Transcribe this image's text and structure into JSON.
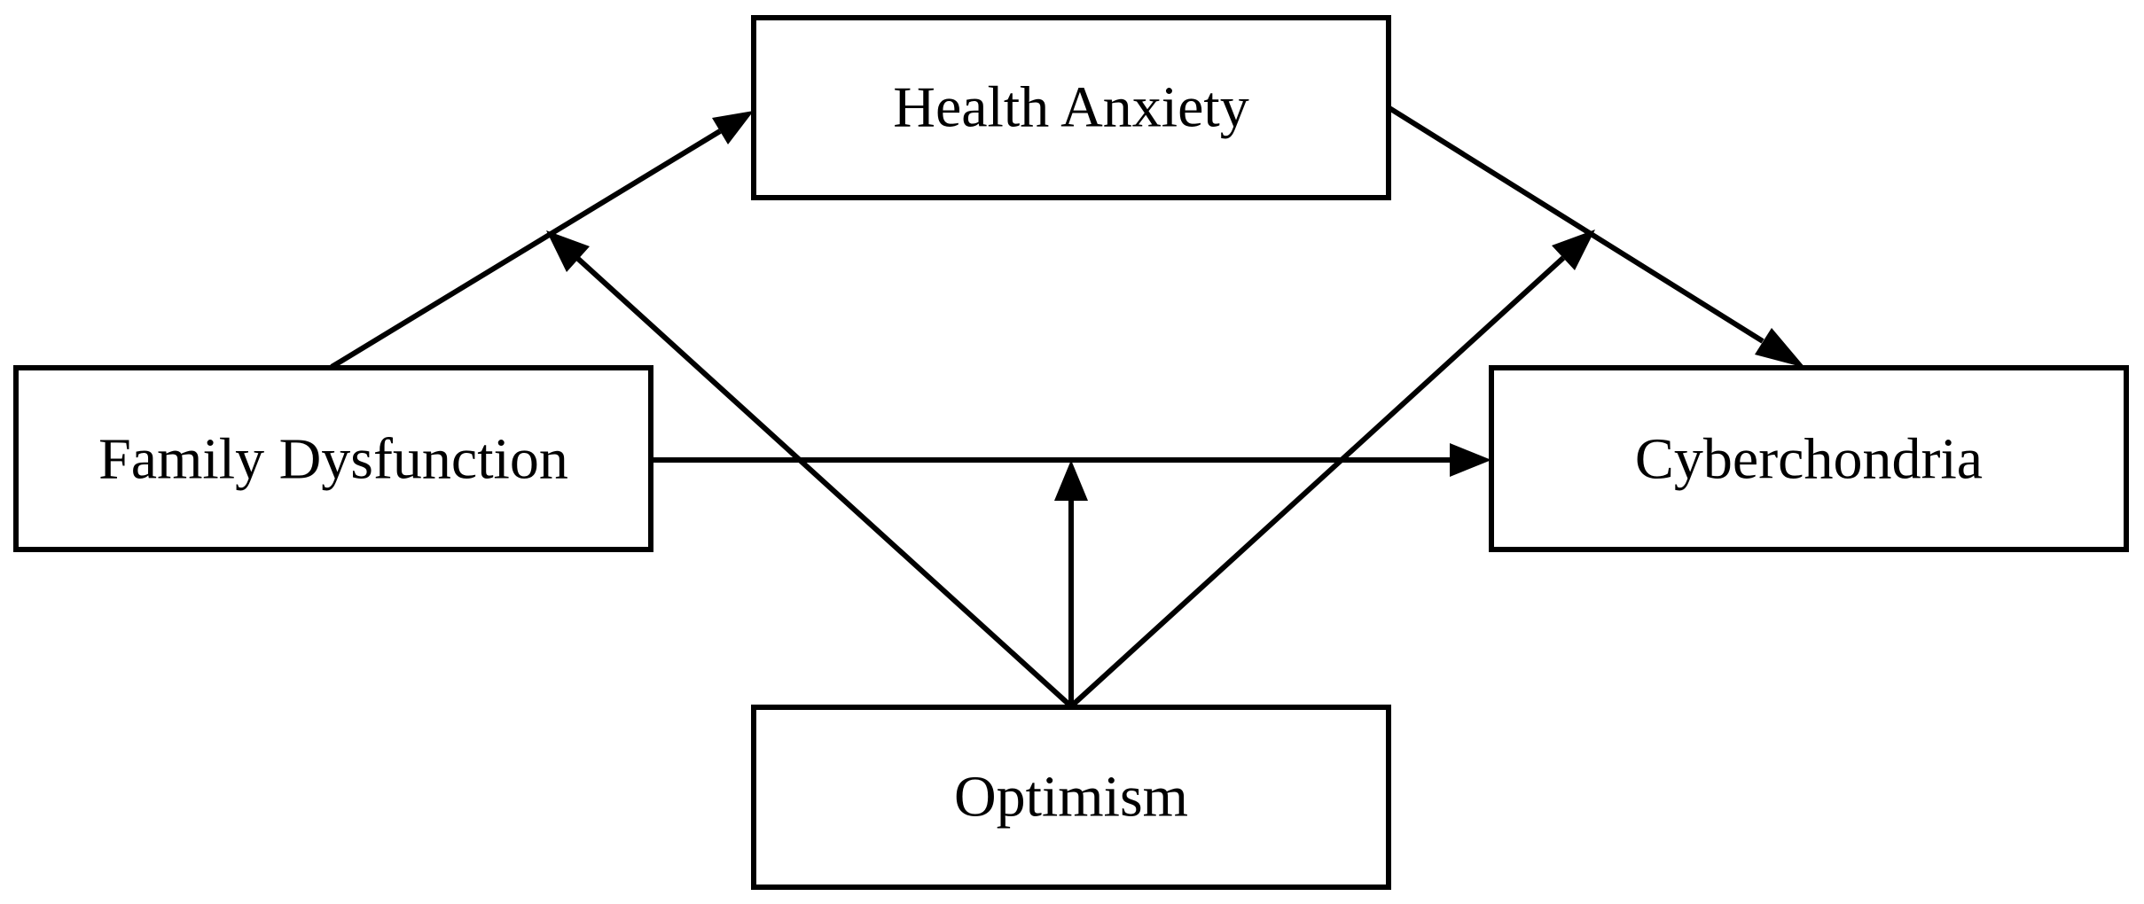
{
  "diagram": {
    "nodes": {
      "health_anxiety": {
        "label": "Health Anxiety"
      },
      "family_dysfunction": {
        "label": "Family Dysfunction"
      },
      "cyberchondria": {
        "label": "Cyberchondria"
      },
      "optimism": {
        "label": "Optimism"
      }
    },
    "edges": [
      {
        "from": "Family Dysfunction",
        "to": "Health Anxiety"
      },
      {
        "from": "Health Anxiety",
        "to": "Cyberchondria"
      },
      {
        "from": "Family Dysfunction",
        "to": "Cyberchondria"
      },
      {
        "from": "Optimism",
        "to": "Family Dysfunction → Health Anxiety"
      },
      {
        "from": "Optimism",
        "to": "Health Anxiety → Cyberchondria"
      },
      {
        "from": "Optimism",
        "to": "Family Dysfunction → Cyberchondria"
      }
    ],
    "colors": {
      "stroke": "#000000",
      "background": "#ffffff"
    }
  }
}
